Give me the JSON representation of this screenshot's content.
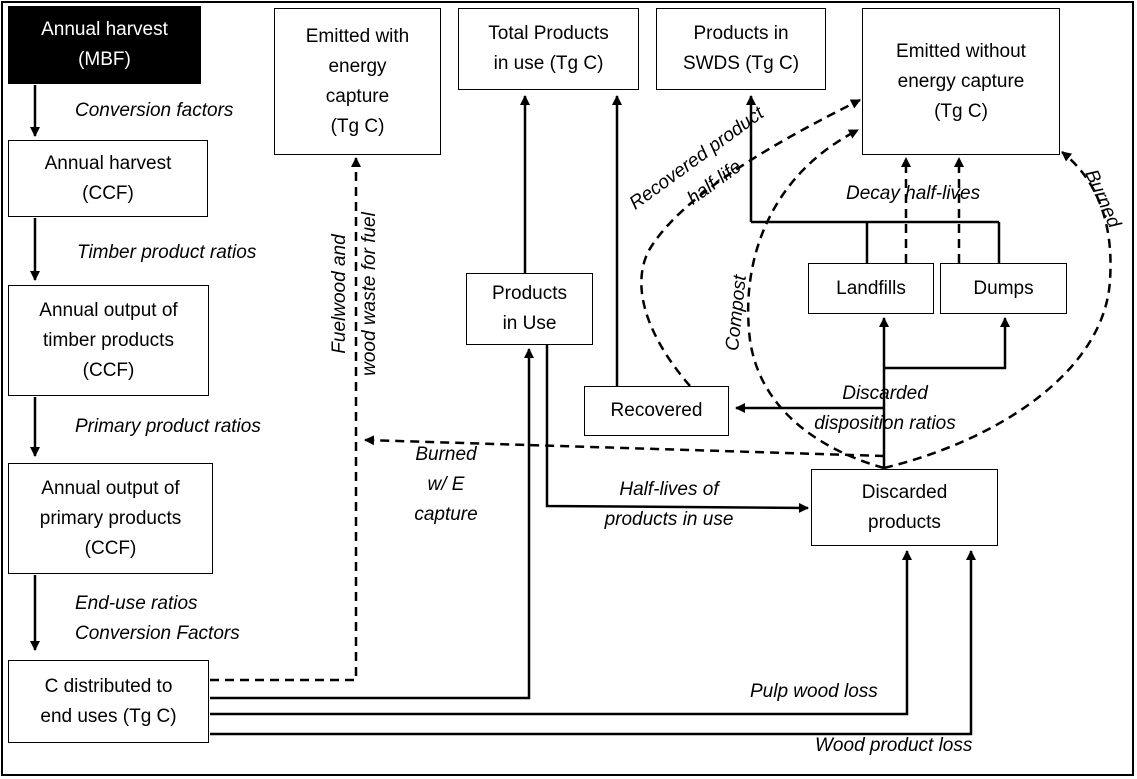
{
  "boxes": {
    "annual_harvest_mbf": "Annual harvest\n(MBF)",
    "annual_harvest_ccf": "Annual harvest\n(CCF)",
    "timber_products": "Annual output of\ntimber products\n(CCF)",
    "primary_products": "Annual output of\nprimary products\n(CCF)",
    "c_distributed": "C distributed to\nend uses (Tg C)",
    "emitted_with": "Emitted with\nenergy\ncapture\n(Tg C)",
    "total_products": "Total Products\nin use (Tg C)",
    "products_swds": "Products in\nSWDS (Tg C)",
    "emitted_without": "Emitted without\nenergy capture\n(Tg C)",
    "products_in_use": "Products\nin Use",
    "landfills": "Landfills",
    "dumps": "Dumps",
    "recovered": "Recovered",
    "discarded_products": "Discarded\nproducts"
  },
  "labels": {
    "conversion_factors": "Conversion factors",
    "timber_product_ratios": "Timber product ratios",
    "primary_product_ratios": "Primary product ratios",
    "end_use_ratios": "End-use ratios\nConversion Factors",
    "fuelwood": "Fuelwood and\nwood waste for fuel",
    "recovered_half_life": "Recovered product\nhalf-life",
    "compost": "Compost",
    "decay_half_lives": "Decay half-lives",
    "burned_right": "Burned",
    "discarded_disposition": "Discarded\ndisposition ratios",
    "burned_e_capture": "Burned\nw/ E\ncapture",
    "half_lives_in_use": "Half-lives of\nproducts in use",
    "pulp_wood_loss": "Pulp wood loss",
    "wood_product_loss": "Wood product loss"
  }
}
